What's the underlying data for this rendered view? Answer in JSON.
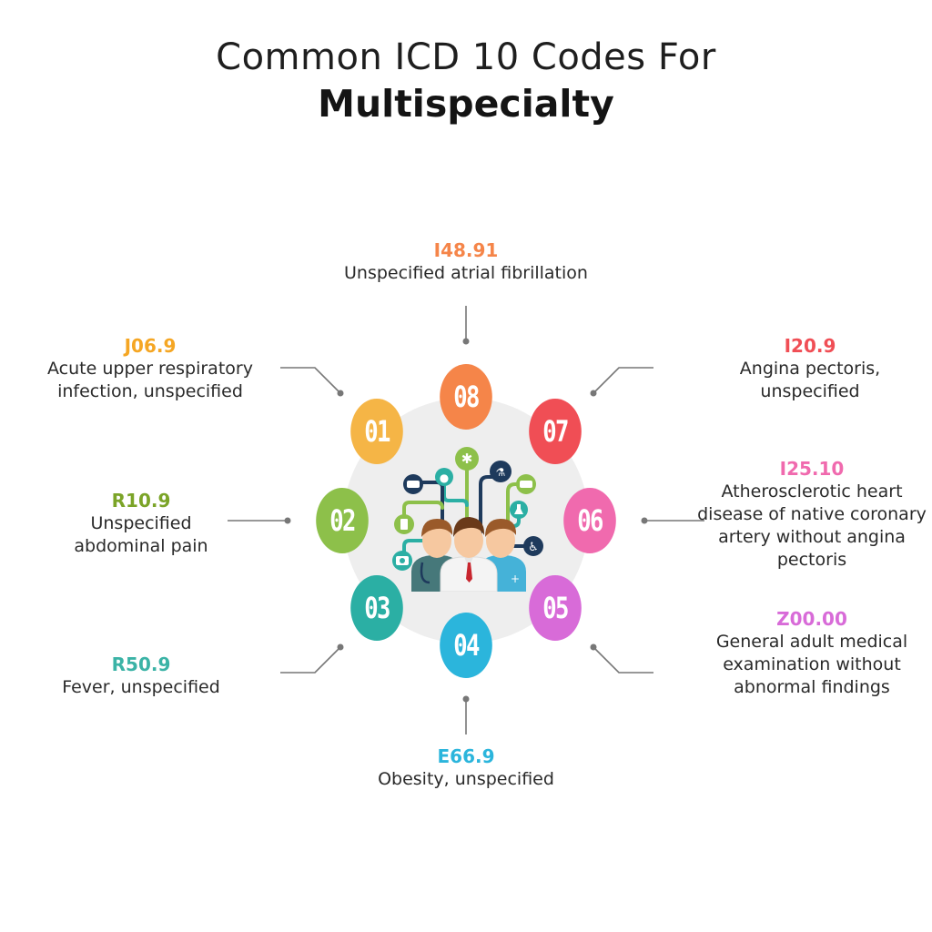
{
  "title": {
    "line1": "Common ICD 10 Codes For",
    "line2": "Multispecialty"
  },
  "items": [
    {
      "number": "01",
      "code": "J06.9",
      "description": "Acute upper respiratory infection, unspecified",
      "color": "#F5B546"
    },
    {
      "number": "02",
      "code": "R10.9",
      "description": "Unspecified abdominal pain",
      "color": "#8DC04A"
    },
    {
      "number": "03",
      "code": "R50.9",
      "description": "Fever, unspecified",
      "color": "#2BAFA4"
    },
    {
      "number": "04",
      "code": "E66.9",
      "description": "Obesity, unspecified",
      "color": "#2BB5DC"
    },
    {
      "number": "05",
      "code": "Z00.00",
      "description": "General adult medical examination without abnormal findings",
      "color": "#D86BD8"
    },
    {
      "number": "06",
      "code": "I25.10",
      "description": "Atherosclerotic heart disease of native coronary artery without angina pectoris",
      "color": "#F06AAE"
    },
    {
      "number": "07",
      "code": "I20.9",
      "description": "Angina pectoris, unspecified",
      "color": "#F04E55"
    },
    {
      "number": "08",
      "code": "I48.91",
      "description": "Unspecified atrial fibrillation",
      "color": "#F58549"
    }
  ],
  "center_illustration": {
    "icons": [
      "ambulance-icon",
      "drop-icon",
      "medical-cross-icon",
      "microscope-icon",
      "ambulance-icon",
      "flask-icon",
      "medicine-bottle-icon",
      "wheelchair-icon",
      "camera-icon"
    ],
    "figures": [
      "doctor-with-stethoscope",
      "doctor-in-white-coat",
      "nurse"
    ]
  }
}
